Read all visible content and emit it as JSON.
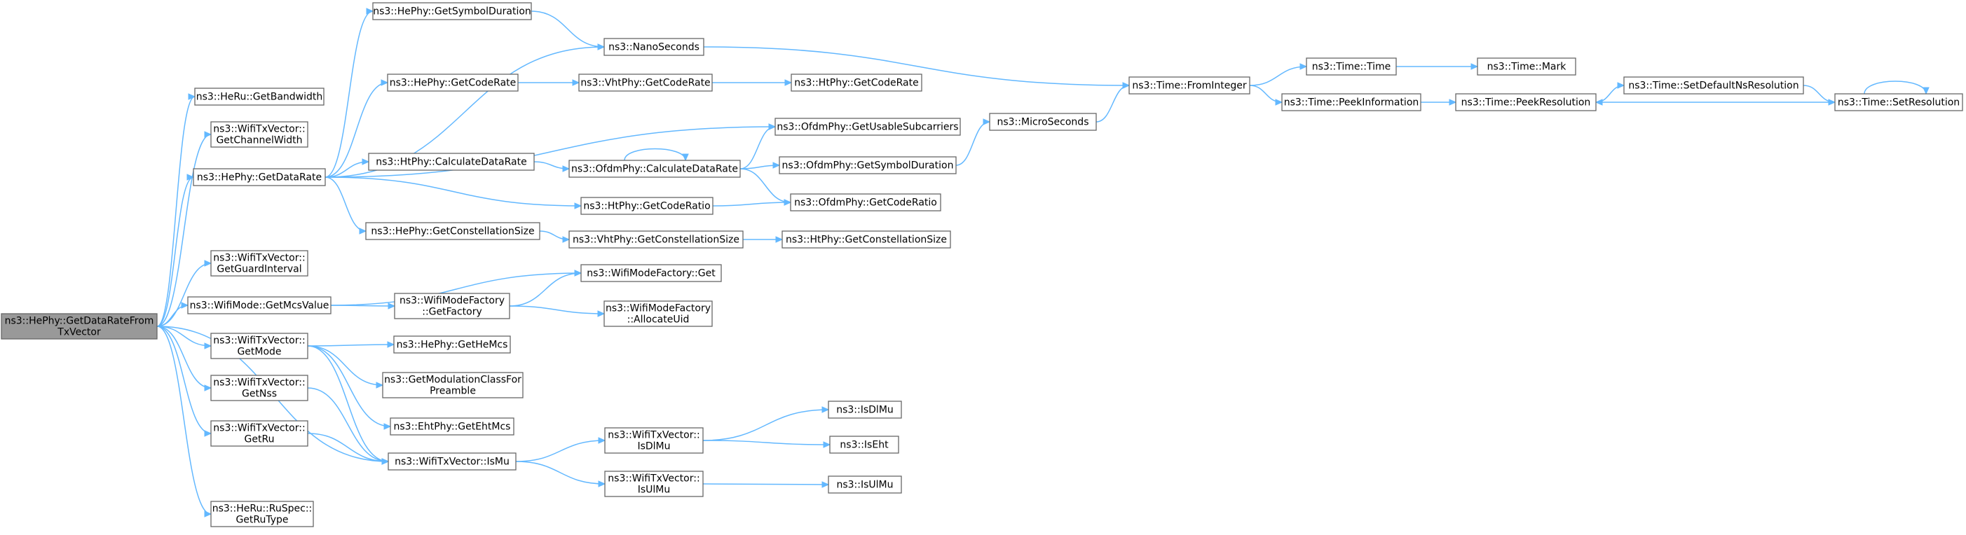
{
  "diagram": {
    "root_id": "root",
    "colors": {
      "edge": "#63b8ff",
      "node_border": "#666666",
      "root_fill": "#999999",
      "node_fill": "#ffffff"
    },
    "nodes": [
      {
        "id": "root",
        "lines": [
          "ns3::HePhy::GetDataRateFrom",
          "TxVector"
        ]
      },
      {
        "id": "heru_bw",
        "lines": [
          "ns3::HeRu::GetBandwidth"
        ]
      },
      {
        "id": "tx_chw",
        "lines": [
          "ns3::WifiTxVector::",
          "GetChannelWidth"
        ]
      },
      {
        "id": "hephy_dr",
        "lines": [
          "ns3::HePhy::GetDataRate"
        ]
      },
      {
        "id": "tx_gi",
        "lines": [
          "ns3::WifiTxVector::",
          "GetGuardInterval"
        ]
      },
      {
        "id": "wm_mcs",
        "lines": [
          "ns3::WifiMode::GetMcsValue"
        ]
      },
      {
        "id": "tx_mode",
        "lines": [
          "ns3::WifiTxVector::",
          "GetMode"
        ]
      },
      {
        "id": "tx_nss",
        "lines": [
          "ns3::WifiTxVector::",
          "GetNss"
        ]
      },
      {
        "id": "tx_ru",
        "lines": [
          "ns3::WifiTxVector::",
          "GetRu"
        ]
      },
      {
        "id": "ruspec",
        "lines": [
          "ns3::HeRu::RuSpec::",
          "GetRuType"
        ]
      },
      {
        "id": "hephy_symdur",
        "lines": [
          "ns3::HePhy::GetSymbolDuration"
        ]
      },
      {
        "id": "hephy_cr",
        "lines": [
          "ns3::HePhy::GetCodeRate"
        ]
      },
      {
        "id": "htphy_cdr",
        "lines": [
          "ns3::HtPhy::CalculateDataRate"
        ]
      },
      {
        "id": "hephy_cs",
        "lines": [
          "ns3::HePhy::GetConstellationSize"
        ]
      },
      {
        "id": "wmf_getfactory",
        "lines": [
          "ns3::WifiModeFactory",
          "::GetFactory"
        ]
      },
      {
        "id": "hephy_hemcs",
        "lines": [
          "ns3::HePhy::GetHeMcs"
        ]
      },
      {
        "id": "getmodclass",
        "lines": [
          "ns3::GetModulationClassFor",
          "Preamble"
        ]
      },
      {
        "id": "ehtphy_mcs",
        "lines": [
          "ns3::EhtPhy::GetEhtMcs"
        ]
      },
      {
        "id": "tx_ismu",
        "lines": [
          "ns3::WifiTxVector::IsMu"
        ]
      },
      {
        "id": "nanosec",
        "lines": [
          "ns3::NanoSeconds"
        ]
      },
      {
        "id": "vht_cr",
        "lines": [
          "ns3::VhtPhy::GetCodeRate"
        ]
      },
      {
        "id": "ofdm_cdr",
        "lines": [
          "ns3::OfdmPhy::CalculateDataRate"
        ]
      },
      {
        "id": "ht_cratio",
        "lines": [
          "ns3::HtPhy::GetCodeRatio"
        ]
      },
      {
        "id": "vht_cs",
        "lines": [
          "ns3::VhtPhy::GetConstellationSize"
        ]
      },
      {
        "id": "wmf_get",
        "lines": [
          "ns3::WifiModeFactory::Get"
        ]
      },
      {
        "id": "wmf_alloc",
        "lines": [
          "ns3::WifiModeFactory",
          "::AllocateUid"
        ]
      },
      {
        "id": "tx_isdlmu",
        "lines": [
          "ns3::WifiTxVector::",
          "IsDlMu"
        ]
      },
      {
        "id": "tx_isulmu",
        "lines": [
          "ns3::WifiTxVector::",
          "IsUlMu"
        ]
      },
      {
        "id": "ht_cr",
        "lines": [
          "ns3::HtPhy::GetCodeRate"
        ]
      },
      {
        "id": "ofdm_usc",
        "lines": [
          "ns3::OfdmPhy::GetUsableSubcarriers"
        ]
      },
      {
        "id": "ofdm_symdur",
        "lines": [
          "ns3::OfdmPhy::GetSymbolDuration"
        ]
      },
      {
        "id": "ofdm_cratio",
        "lines": [
          "ns3::OfdmPhy::GetCodeRatio"
        ]
      },
      {
        "id": "ht_cs",
        "lines": [
          "ns3::HtPhy::GetConstellationSize"
        ]
      },
      {
        "id": "isdlmu",
        "lines": [
          "ns3::IsDlMu"
        ]
      },
      {
        "id": "iseht",
        "lines": [
          "ns3::IsEht"
        ]
      },
      {
        "id": "isulmu",
        "lines": [
          "ns3::IsUlMu"
        ]
      },
      {
        "id": "microsec",
        "lines": [
          "ns3::MicroSeconds"
        ]
      },
      {
        "id": "time_fromint",
        "lines": [
          "ns3::Time::FromInteger"
        ]
      },
      {
        "id": "time_time",
        "lines": [
          "ns3::Time::Time"
        ]
      },
      {
        "id": "time_peekinfo",
        "lines": [
          "ns3::Time::PeekInformation"
        ]
      },
      {
        "id": "time_mark",
        "lines": [
          "ns3::Time::Mark"
        ]
      },
      {
        "id": "time_peekres",
        "lines": [
          "ns3::Time::PeekResolution"
        ]
      },
      {
        "id": "time_setdef",
        "lines": [
          "ns3::Time::SetDefaultNsResolution"
        ]
      },
      {
        "id": "time_setres",
        "lines": [
          "ns3::Time::SetResolution"
        ]
      }
    ],
    "edges": [
      [
        "root",
        "heru_bw"
      ],
      [
        "root",
        "tx_chw"
      ],
      [
        "root",
        "hephy_dr"
      ],
      [
        "root",
        "tx_gi"
      ],
      [
        "root",
        "wm_mcs"
      ],
      [
        "root",
        "tx_mode"
      ],
      [
        "root",
        "tx_nss"
      ],
      [
        "root",
        "tx_ru"
      ],
      [
        "root",
        "ruspec"
      ],
      [
        "root",
        "tx_ismu"
      ],
      [
        "hephy_dr",
        "hephy_symdur"
      ],
      [
        "hephy_dr",
        "nanosec"
      ],
      [
        "hephy_dr",
        "hephy_cr"
      ],
      [
        "hephy_dr",
        "ofdm_usc"
      ],
      [
        "hephy_dr",
        "htphy_cdr"
      ],
      [
        "hephy_dr",
        "ht_cratio"
      ],
      [
        "hephy_dr",
        "hephy_cs"
      ],
      [
        "hephy_symdur",
        "nanosec"
      ],
      [
        "nanosec",
        "time_fromint"
      ],
      [
        "hephy_cr",
        "vht_cr"
      ],
      [
        "vht_cr",
        "ht_cr"
      ],
      [
        "htphy_cdr",
        "ofdm_cdr"
      ],
      [
        "ofdm_cdr",
        "ofdm_cdr"
      ],
      [
        "ofdm_cdr",
        "ofdm_usc"
      ],
      [
        "ofdm_cdr",
        "ofdm_symdur"
      ],
      [
        "ofdm_cdr",
        "ofdm_cratio"
      ],
      [
        "ofdm_symdur",
        "microsec"
      ],
      [
        "microsec",
        "time_fromint"
      ],
      [
        "ht_cratio",
        "ofdm_cratio"
      ],
      [
        "hephy_cs",
        "vht_cs"
      ],
      [
        "vht_cs",
        "ht_cs"
      ],
      [
        "wm_mcs",
        "wmf_get"
      ],
      [
        "wm_mcs",
        "wmf_getfactory"
      ],
      [
        "wmf_getfactory",
        "wmf_get"
      ],
      [
        "wmf_getfactory",
        "wmf_alloc"
      ],
      [
        "tx_mode",
        "hephy_hemcs"
      ],
      [
        "tx_mode",
        "getmodclass"
      ],
      [
        "tx_mode",
        "ehtphy_mcs"
      ],
      [
        "tx_mode",
        "tx_ismu"
      ],
      [
        "tx_nss",
        "tx_ismu"
      ],
      [
        "tx_ru",
        "tx_ismu"
      ],
      [
        "tx_ismu",
        "tx_isdlmu"
      ],
      [
        "tx_ismu",
        "tx_isulmu"
      ],
      [
        "tx_isdlmu",
        "isdlmu"
      ],
      [
        "tx_isdlmu",
        "iseht"
      ],
      [
        "tx_isulmu",
        "isulmu"
      ],
      [
        "time_fromint",
        "time_time"
      ],
      [
        "time_fromint",
        "time_peekinfo"
      ],
      [
        "time_time",
        "time_mark"
      ],
      [
        "time_peekinfo",
        "time_peekres"
      ],
      [
        "time_peekres",
        "time_setdef"
      ],
      [
        "time_setdef",
        "time_setres"
      ],
      [
        "time_setres",
        "time_peekres"
      ],
      [
        "time_setres",
        "time_setres"
      ]
    ]
  }
}
